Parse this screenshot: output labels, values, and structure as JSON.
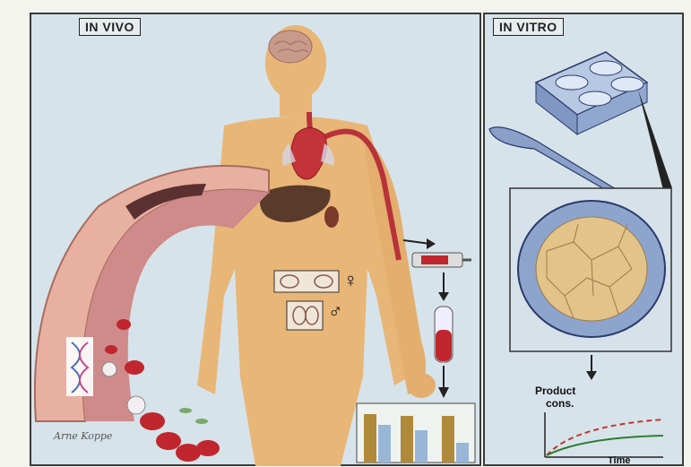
{
  "panels": {
    "in_vivo_label": "IN VIVO",
    "in_vitro_label": "IN VITRO"
  },
  "symbols": {
    "female": "♀",
    "male": "♂"
  },
  "result_chart": {
    "ylabel_line1": "Product",
    "ylabel_line2": "cons.",
    "xlabel": "Time"
  },
  "signature": "Arne Koppe",
  "colors": {
    "panel_bg": "#d7e3ea",
    "skin": "#e8b676",
    "artery_wall": "#e8b0a0",
    "blood": "#c0262d",
    "dish_cells": "#e2c48a",
    "curve_dashed": "#c0392b",
    "curve_solid": "#2e7d32"
  }
}
